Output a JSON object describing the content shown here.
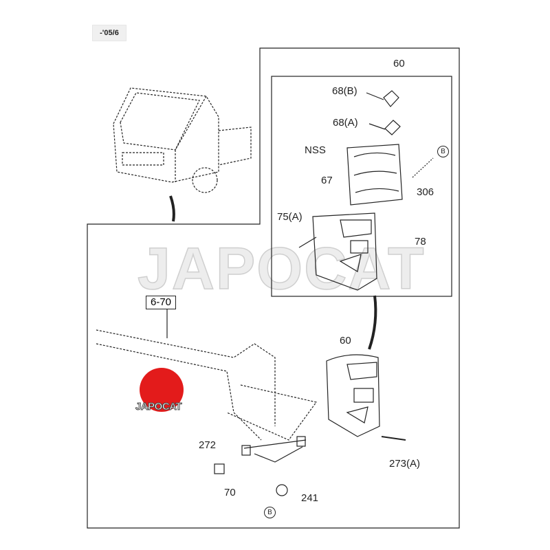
{
  "header": {
    "range_tag": "-'05/6"
  },
  "watermark": "JAPOCAT",
  "logo": {
    "text": "JAPOCAT",
    "color": "#e31b1b"
  },
  "callouts": {
    "assembly_top": "60",
    "bulb_b": "68(B)",
    "bulb_a": "68(A)",
    "nss": "NSS",
    "ref_b_top": "B",
    "screw_306": "306",
    "lens_67": "67",
    "screw_75a": "75(A)",
    "lens_78": "78",
    "harness_ref": "6-70",
    "assembly_bottom": "60",
    "bracket_272": "272",
    "bolt_273a": "273(A)",
    "nut_70": "70",
    "grommet_241": "241",
    "ref_b_bottom": "B"
  }
}
